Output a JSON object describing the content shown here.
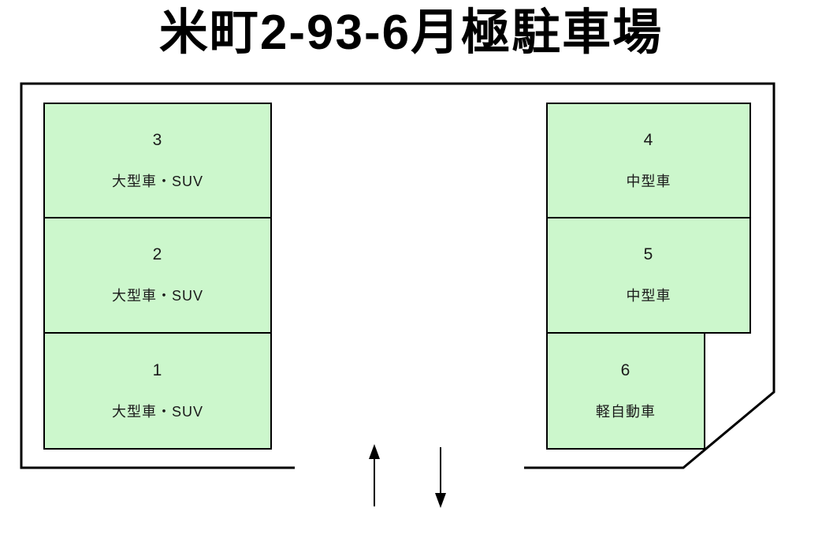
{
  "title": "米町2-93-6月極駐車場",
  "diagram": {
    "spaces": [
      {
        "number": "3",
        "vehicle_type": "大型車・SUV"
      },
      {
        "number": "2",
        "vehicle_type": "大型車・SUV"
      },
      {
        "number": "1",
        "vehicle_type": "大型車・SUV"
      },
      {
        "number": "4",
        "vehicle_type": "中型車"
      },
      {
        "number": "5",
        "vehicle_type": "中型車"
      },
      {
        "number": "6",
        "vehicle_type": "軽自動車"
      }
    ],
    "arrows": [
      {
        "name": "entrance-arrow",
        "direction": "up"
      },
      {
        "name": "exit-arrow",
        "direction": "down"
      }
    ],
    "colors": {
      "space_fill": "#ccf7cc",
      "outline": "#000000",
      "background": "#ffffff"
    }
  }
}
